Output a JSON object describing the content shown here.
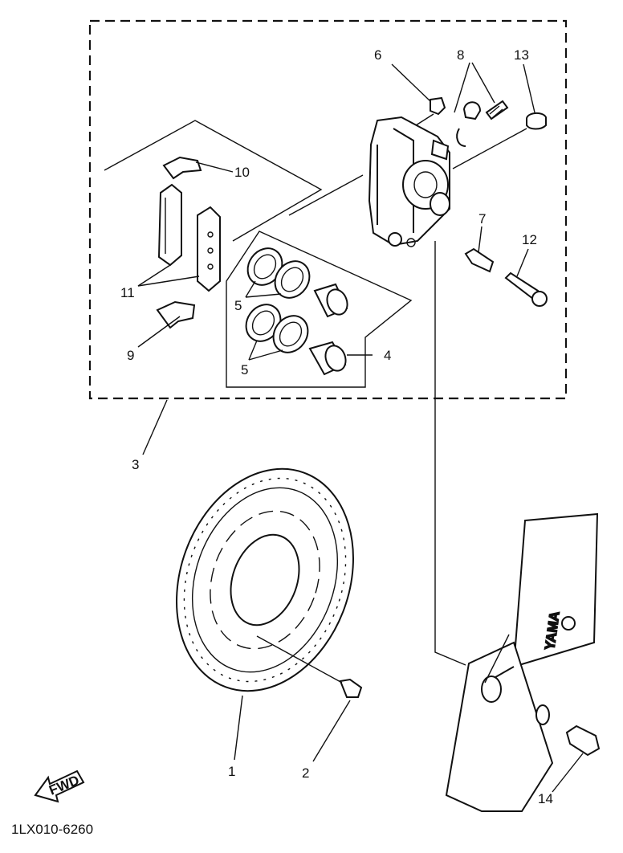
{
  "callouts": {
    "c1": "1",
    "c2": "2",
    "c3": "3",
    "c4": "4",
    "c5a": "5",
    "c5b": "5",
    "c6": "6",
    "c7": "7",
    "c8": "8",
    "c9": "9",
    "c10": "10",
    "c11": "11",
    "c12": "12",
    "c13": "13",
    "c14": "14"
  },
  "fork_lettering": "YAMA",
  "fwd_arrow_text": "FWD",
  "diagram_code": "1LX010-6260"
}
